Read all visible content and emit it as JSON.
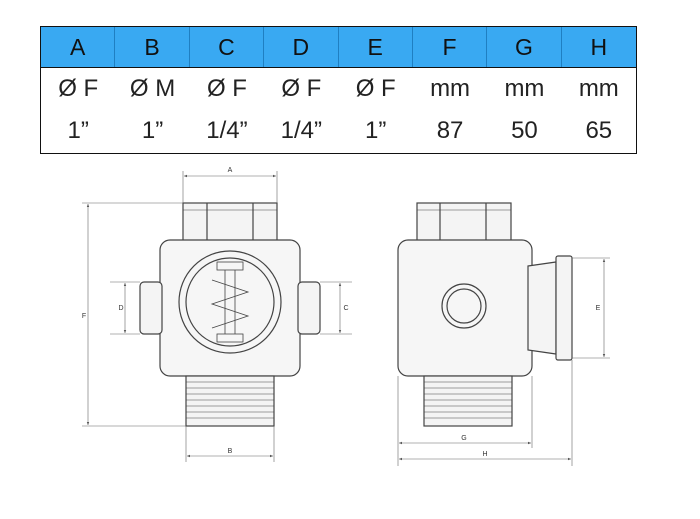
{
  "table": {
    "headers": [
      "A",
      "B",
      "C",
      "D",
      "E",
      "F",
      "G",
      "H"
    ],
    "units": [
      "Ø F",
      "Ø M",
      "Ø F",
      "Ø F",
      "Ø F",
      "mm",
      "mm",
      "mm"
    ],
    "values": [
      "1”",
      "1”",
      "1/4”",
      "1/4”",
      "1”",
      "87",
      "50",
      "65"
    ]
  },
  "drawing": {
    "labels": {
      "a": "A",
      "b": "B",
      "c": "C",
      "d": "D",
      "e": "E",
      "f": "F",
      "g": "G",
      "h": "H"
    },
    "colors": {
      "header_bg": "#39a9f2",
      "line": "#444444"
    }
  }
}
